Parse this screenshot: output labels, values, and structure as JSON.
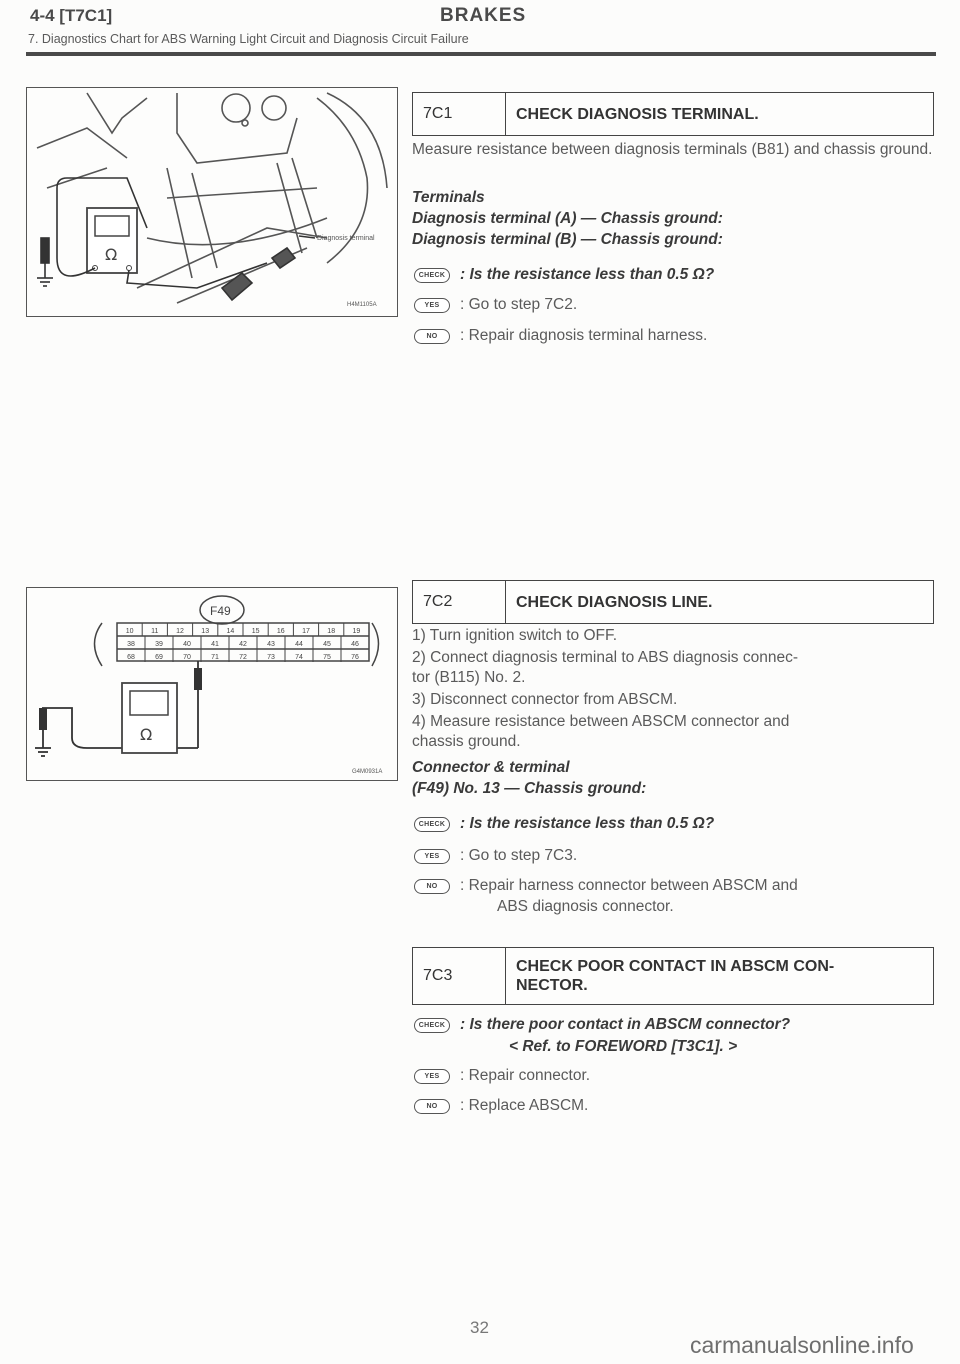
{
  "header": {
    "section": "4-4 [T7C1]",
    "title": "BRAKES",
    "subtitle": "7. Diagnostics Chart for ABS Warning Light Circuit and Diagnosis Circuit Failure"
  },
  "figures": [
    {
      "callout": "Diagnosis terminal",
      "code": "H4M1105A",
      "ohm_symbol": "Ω"
    },
    {
      "connector": "F49",
      "code": "G4M0931A",
      "ohm_symbol": "Ω",
      "pins_row1": [
        "10",
        "11",
        "12",
        "13",
        "14",
        "15",
        "16",
        "17",
        "18",
        "19"
      ],
      "pins_row2": [
        "38",
        "39",
        "40",
        "41",
        "42",
        "43",
        "44",
        "45",
        "46"
      ],
      "pins_row3": [
        "68",
        "69",
        "70",
        "71",
        "72",
        "73",
        "74",
        "75",
        "76"
      ]
    }
  ],
  "steps": [
    {
      "code": "7C1",
      "title": "CHECK DIAGNOSIS TERMINAL.",
      "body": "Measure resistance between diagnosis terminals (B81) and chassis ground.",
      "terminals_heading": "Terminals",
      "terminal_lines": [
        "Diagnosis terminal (A) — Chassis ground:",
        "Diagnosis terminal (B) — Chassis ground:"
      ],
      "check": ": Is the resistance less than 0.5 Ω?",
      "yes": ": Go to step 7C2.",
      "no": ": Repair diagnosis terminal harness."
    },
    {
      "code": "7C2",
      "title": "CHECK DIAGNOSIS LINE.",
      "items": [
        "1) Turn ignition switch to OFF.",
        "2) Connect diagnosis terminal to ABS diagnosis connec-",
        "tor (B115) No. 2.",
        "3) Disconnect connector from ABSCM.",
        "4) Measure resistance between ABSCM connector and",
        "chassis ground."
      ],
      "terminals_heading": "Connector & terminal",
      "terminal_lines": [
        "(F49) No. 13 — Chassis ground:"
      ],
      "check": ": Is the resistance less than 0.5 Ω?",
      "yes": ": Go to step 7C3.",
      "no_lines": [
        ": Repair harness connector between ABSCM and",
        "ABS diagnosis connector."
      ]
    },
    {
      "code": "7C3",
      "title_lines": [
        "CHECK POOR CONTACT IN ABSCM CON-",
        "NECTOR."
      ],
      "check": ": Is there poor contact in ABSCM connector?",
      "check_ref": "< Ref. to FOREWORD [T3C1]. >",
      "yes": ": Repair connector.",
      "no": ": Replace ABSCM."
    }
  ],
  "labels": {
    "check": "CHECK",
    "yes": "YES",
    "no": "NO"
  },
  "page_number": "32",
  "watermark": "carmanualsonline.info"
}
